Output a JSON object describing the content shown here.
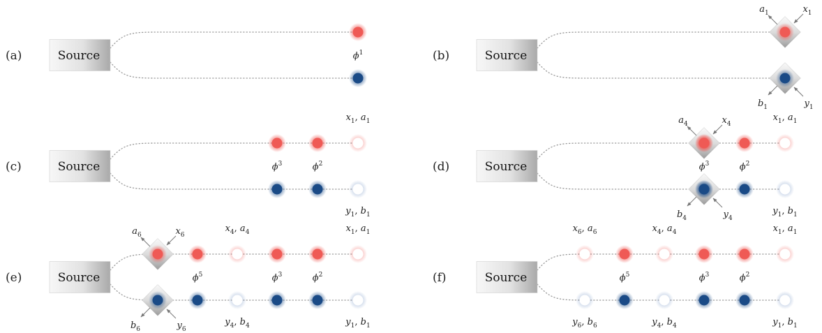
{
  "colors": {
    "red": "#ef5a55",
    "blue": "#1a4a86",
    "fiber": "#9a9a9a",
    "box_light": "#f6f6f6",
    "box_dark": "#a8a8a8"
  },
  "source_label": "Source",
  "panels": [
    {
      "label": "(a)",
      "nodes": [
        {
          "slot": 7,
          "type": "filled",
          "top_label": "",
          "bottom_label": "",
          "mid_label": "ϕ|1"
        }
      ],
      "measurement": null
    },
    {
      "label": "(b)",
      "nodes": [],
      "measurement": {
        "slot": 7,
        "a": "a|1",
        "x": "x|1",
        "b": "b|1",
        "y": "y|1"
      }
    },
    {
      "label": "(c)",
      "nodes": [
        {
          "slot": 5,
          "type": "filled",
          "mid_label": "ϕ|3"
        },
        {
          "slot": 6,
          "type": "filled",
          "mid_label": "ϕ|2"
        },
        {
          "slot": 7,
          "type": "ghost",
          "top_label": "x|1, a|1",
          "bottom_label": "y|1, b|1"
        }
      ],
      "measurement": null
    },
    {
      "label": "(d)",
      "nodes": [
        {
          "slot": 5,
          "type": "filled",
          "mid_label": "ϕ|3"
        },
        {
          "slot": 6,
          "type": "filled",
          "mid_label": "ϕ|2"
        },
        {
          "slot": 7,
          "type": "ghost",
          "top_label": "x|1, a|1",
          "bottom_label": "y|1, b|1"
        }
      ],
      "measurement": {
        "slot": 4,
        "a": "a|4",
        "x": "x|4",
        "b": "b|4",
        "y": "y|4"
      }
    },
    {
      "label": "(e)",
      "nodes": [
        {
          "slot": 2,
          "type": "filled",
          "mid_label": "ϕ|5"
        },
        {
          "slot": 3,
          "type": "ghost",
          "top_label": "x|4, a|4",
          "bottom_label": "y|4, b|4"
        },
        {
          "slot": 5,
          "type": "filled",
          "mid_label": "ϕ|3"
        },
        {
          "slot": 6,
          "type": "filled",
          "mid_label": "ϕ|2"
        },
        {
          "slot": 7,
          "type": "ghost",
          "top_label": "x|1, a|1",
          "bottom_label": "y|1, b|1"
        }
      ],
      "measurement": {
        "slot": 1,
        "a": "a|6",
        "x": "x|6",
        "b": "b|6",
        "y": "y|6"
      }
    },
    {
      "label": "(f)",
      "nodes": [
        {
          "slot": 1,
          "type": "ghost",
          "top_label": "x|6, a|6",
          "bottom_label": "y|6, b|6"
        },
        {
          "slot": 2,
          "type": "filled",
          "mid_label": "ϕ|5"
        },
        {
          "slot": 3,
          "type": "ghost",
          "top_label": "x|4, a|4",
          "bottom_label": "y|4, b|4"
        },
        {
          "slot": 5,
          "type": "filled",
          "mid_label": "ϕ|3"
        },
        {
          "slot": 6,
          "type": "filled",
          "mid_label": "ϕ|2"
        },
        {
          "slot": 7,
          "type": "ghost",
          "top_label": "x|1, a|1",
          "bottom_label": "y|1, b|1"
        }
      ],
      "measurement": null
    }
  ]
}
